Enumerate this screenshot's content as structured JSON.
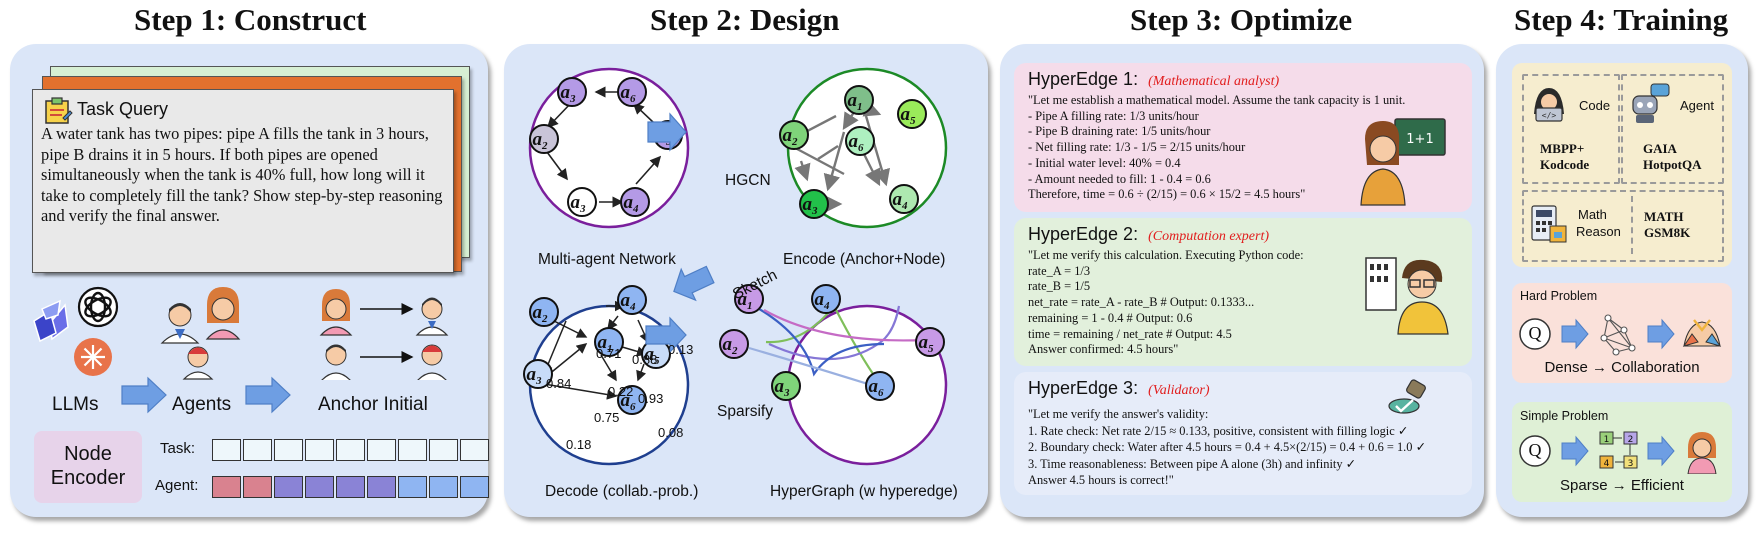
{
  "steps": [
    {
      "title": "Step 1: Construct"
    },
    {
      "title": "Step 2: Design"
    },
    {
      "title": "Step 3: Optimize"
    },
    {
      "title": "Step 4: Training"
    }
  ],
  "construct": {
    "task_query_title": "Task Query",
    "task_query_text": "A water tank has two pipes: pipe A fills the tank in 3 hours, pipe B drains it in 5 hours. If both pipes are opened simultaneously when the tank is 40% full, how long will it take to completely fill the tank? Show step-by-step reasoning and verify the final answer.",
    "llms_label": "LLMs",
    "agents_label": "Agents",
    "anchor_label": "Anchor Initial",
    "encoder_label_1": "Node",
    "encoder_label_2": "Encoder",
    "task_row_label": "Task:",
    "agent_row_label": "Agent:",
    "colors": {
      "task_cube": "#eef7fb",
      "agent_cube_pink": "#d9828f",
      "agent_cube_purple": "#8a83d6",
      "agent_cube_blue": "#8fb5f2"
    }
  },
  "design": {
    "mas_label": "Multi-agent Network",
    "encode_label": "Encode (Anchor+Node)",
    "decode_label": "Decode (collab.-prob.)",
    "hypergraph_label": "HyperGraph (w hyperedge)",
    "hgcn_label": "HGCN",
    "sketch_label": "Sketch",
    "sparsify_label": "Sparsify",
    "node_labels": [
      "a1",
      "a2",
      "a3",
      "a4",
      "a5",
      "a6"
    ],
    "edge_weights": [
      "0.71",
      "0.88",
      "0.13",
      "0.84",
      "0.22",
      "0.93",
      "0.75",
      "0.18",
      "0.08"
    ]
  },
  "optimize": {
    "hyperedges": [
      {
        "title": "HyperEdge 1:",
        "role": "(Mathematical analyst)",
        "color": "#f5dcea",
        "lines": [
          "\"Let me establish a mathematical model. Assume the tank capacity is 1 unit.",
          "- Pipe A filling rate: 1/3 units/hour",
          "- Pipe B draining rate: 1/5 units/hour",
          "- Net filling rate: 1/3 - 1/5 = 2/15 units/hour",
          "- Initial water level: 40% = 0.4",
          "- Amount needed to fill: 1 - 0.4 = 0.6",
          "Therefore, time = 0.6 ÷ (2/15) = 0.6 × 15/2 = 4.5 hours\""
        ]
      },
      {
        "title": "HyperEdge 2:",
        "role": "(Computation expert)",
        "color": "#e2f0dc",
        "lines": [
          "\"Let me verify this calculation. Executing Python code:",
          "rate_A = 1/3",
          "rate_B = 1/5",
          "net_rate = rate_A - rate_B  # Output: 0.1333...",
          "remaining = 1 - 0.4  # Output: 0.6",
          "time = remaining / net_rate  # Output: 4.5",
          "Answer confirmed: 4.5 hours\""
        ]
      },
      {
        "title": "HyperEdge 3:",
        "role": "(Validator)",
        "color": "#e6ecf9",
        "lines": [
          "\"Let me verify the answer's validity:",
          "1. Rate check: Net rate 2/15 ≈ 0.133, positive, consistent with filling logic ✓",
          "2. Boundary check: Water after 4.5 hours = 0.4 + 4.5×(2/15) = 0.4 + 0.6 = 1.0 ✓",
          "3. Time reasonableness: Between pipe A alone (3h) and infinity ✓",
          "Answer 4.5 hours is correct!\""
        ]
      }
    ]
  },
  "training": {
    "code_label": "Code",
    "agent_label": "Agent",
    "math_label_1": "Math",
    "math_label_2": "Reason",
    "code_datasets": [
      "MBPP+",
      "Kodcode"
    ],
    "agent_datasets": [
      "GAIA",
      "HotpotQA"
    ],
    "math_datasets": [
      "MATH",
      "GSM8K"
    ],
    "hard_title": "Hard Problem",
    "hard_caption": "Dense → Collaboration",
    "simple_title": "Simple Problem",
    "simple_caption": "Sparse → Efficient",
    "query_symbol": "Q",
    "grid_numbers": [
      "1",
      "2",
      "4",
      "3"
    ]
  }
}
